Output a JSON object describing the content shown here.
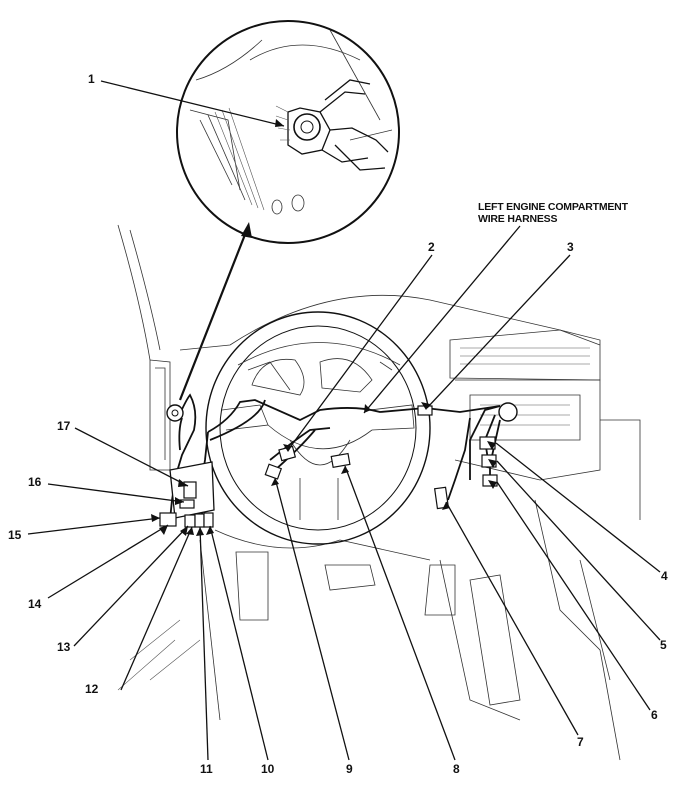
{
  "title": {
    "line1": "LEFT ENGINE COMPARTMENT",
    "line2": "WIRE HARNESS"
  },
  "callouts": [
    "1",
    "2",
    "3",
    "4",
    "5",
    "6",
    "7",
    "8",
    "9",
    "10",
    "11",
    "12",
    "13",
    "14",
    "15",
    "16",
    "17"
  ]
}
